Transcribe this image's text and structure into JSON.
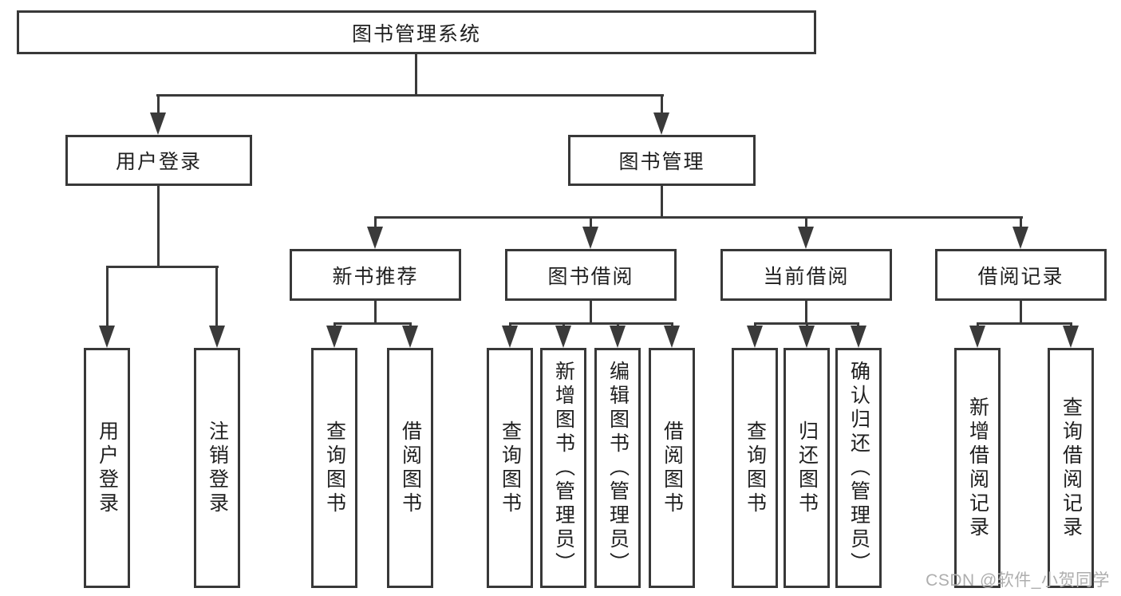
{
  "diagram": {
    "root": {
      "label": "图书管理系统"
    },
    "branches": [
      {
        "label": "用户登录",
        "children": [
          {
            "label": "用户登录"
          },
          {
            "label": "注销登录"
          }
        ]
      },
      {
        "label": "图书管理",
        "children": [
          {
            "label": "新书推荐",
            "children": [
              {
                "label": "查询图书"
              },
              {
                "label": "借阅图书"
              }
            ]
          },
          {
            "label": "图书借阅",
            "children": [
              {
                "label": "查询图书"
              },
              {
                "label": "新增图书（管理员）"
              },
              {
                "label": "编辑图书（管理员）"
              },
              {
                "label": "借阅图书"
              }
            ]
          },
          {
            "label": "当前借阅",
            "children": [
              {
                "label": "查询图书"
              },
              {
                "label": "归还图书"
              },
              {
                "label": "确认归还（管理员）"
              }
            ]
          },
          {
            "label": "借阅记录",
            "children": [
              {
                "label": "新增借阅记录"
              },
              {
                "label": "查询借阅记录"
              }
            ]
          }
        ]
      }
    ]
  },
  "colors": {
    "line": "#3a3a3a",
    "box_border": "#383838",
    "text": "#1f1f1f",
    "watermark": "#aeaeae",
    "background": "#ffffff"
  },
  "watermark": "CSDN @软件_小贺同学"
}
